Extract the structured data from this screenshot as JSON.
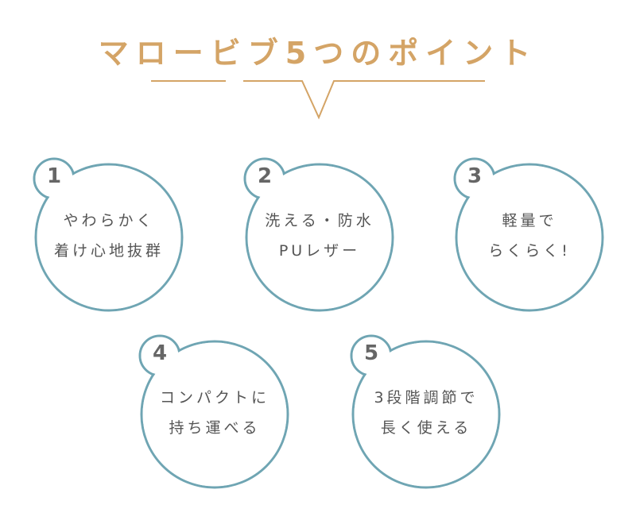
{
  "title": "マロービブ5つのポイント",
  "colors": {
    "accent": "#d4a466",
    "circle": "#6fa5b3",
    "text": "#555555"
  },
  "points": [
    {
      "number": "1",
      "line1": "やわらかく",
      "line2": "着け心地抜群"
    },
    {
      "number": "2",
      "line1": "洗える・防水",
      "line2": "PUレザー"
    },
    {
      "number": "3",
      "line1": "軽量で",
      "line2": "らくらく!"
    },
    {
      "number": "4",
      "line1": "コンパクトに",
      "line2": "持ち運べる"
    },
    {
      "number": "5",
      "line1": "3段階調節で",
      "line2": "長く使える"
    }
  ]
}
